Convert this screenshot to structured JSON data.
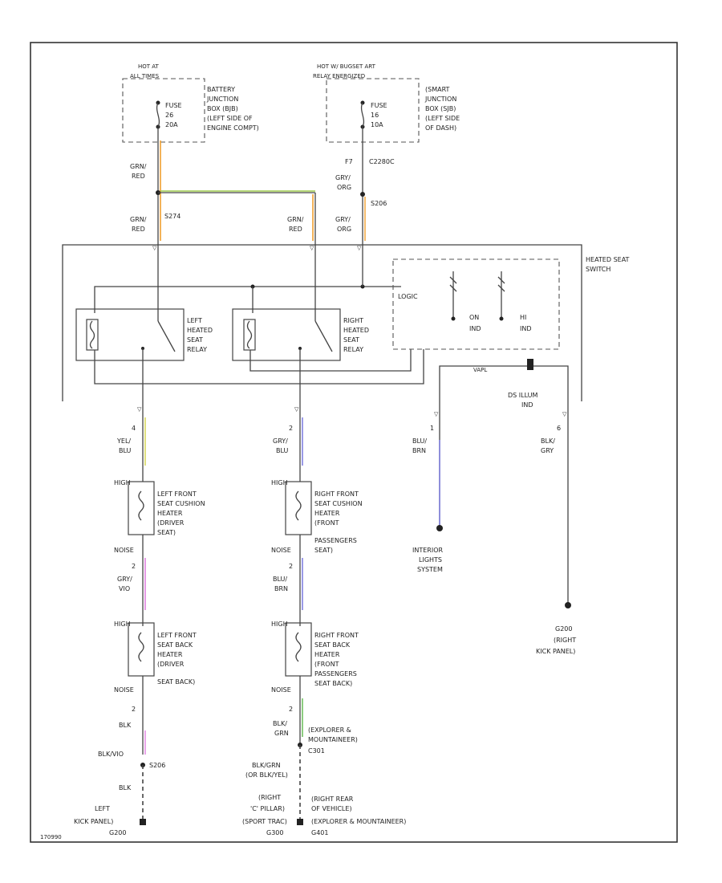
{
  "colors": {
    "orange": "#f0a030",
    "green": "#9cc84a",
    "yellow": "#d8d860",
    "blue": "#8080e0",
    "violet": "#e080e0",
    "lightgreen": "#70c060"
  },
  "fuse_left": {
    "header_1": "HOT AT",
    "header_2": "ALL TIMES",
    "fuse_1": "FUSE",
    "fuse_2": "26",
    "fuse_3": "20A",
    "box_1": "BATTERY",
    "box_2": "JUNCTION",
    "box_3": "BOX (BJB)",
    "box_4": "(LEFT SIDE OF",
    "box_5": "ENGINE COMPT)"
  },
  "fuse_right": {
    "header_1": "HOT W/ BUGSET ART",
    "header_2": "RELAY ENERGIZED",
    "fuse_1": "FUSE",
    "fuse_2": "16",
    "fuse_3": "10A",
    "box_1": "(SMART",
    "box_2": "JUNCTION",
    "box_3": "BOX (SJB)",
    "box_4": "(LEFT SIDE",
    "box_5": "OF DASH)"
  },
  "wires": {
    "grn_red_top_1": "GRN/",
    "grn_red_top_2": "RED",
    "splice_s274": "S274",
    "c2280c": "C2280C",
    "c2280c_pin": "F7",
    "gry_org_top_1": "GRY/",
    "gry_org_top_2": "ORG",
    "splice_s206": "S206",
    "grn_red_l1": "GRN/",
    "grn_red_l2": "RED",
    "grn_red_m1": "GRN/",
    "grn_red_m2": "RED",
    "gry_org_r1": "GRY/",
    "gry_org_r2": "ORG"
  },
  "switch": {
    "name_1": "HEATED SEAT",
    "name_2": "SWITCH",
    "logic": "LOGIC",
    "on_ind_1": "ON",
    "on_ind_2": "IND",
    "hi_ind_1": "HI",
    "hi_ind_2": "IND",
    "illum_1": "DS ILLUM",
    "illum_2": "IND",
    "vapl": "VAPL"
  },
  "relays": {
    "left_1": "LEFT",
    "left_2": "HEATED",
    "left_3": "SEAT",
    "left_4": "RELAY",
    "right_1": "RIGHT",
    "right_2": "HEATED",
    "right_3": "SEAT",
    "right_4": "RELAY"
  },
  "left_chain": {
    "pin_top": "4",
    "wire1_1": "YEL/",
    "wire1_2": "BLU",
    "high_1": "HIGH",
    "cushion_1": "LEFT FRONT",
    "cushion_2": "SEAT CUSHION",
    "cushion_3": "HEATER",
    "cushion_4": "(DRIVER",
    "cushion_5": "SEAT)",
    "noise_1": "NOISE",
    "pin_mid": "2",
    "wire2_1": "GRY/",
    "wire2_2": "VIO",
    "high_2": "HIGH",
    "back_1": "LEFT FRONT",
    "back_2": "SEAT BACK",
    "back_3": "HEATER",
    "back_4": "(DRIVER",
    "back_5": "SEAT BACK)",
    "noise_2": "NOISE",
    "pin_bot": "2",
    "wire3": "BLK",
    "wire4": "BLK/VIO",
    "splice": "S206",
    "wire5": "BLK",
    "ground_1": "LEFT",
    "ground_2": "KICK PANEL)",
    "ground_3": "G200"
  },
  "mid_chain": {
    "pin_top": "2",
    "wire1_1": "GRY/",
    "wire1_2": "BLU",
    "high_1": "HIGH",
    "cushion_1": "RIGHT FRONT",
    "cushion_2": "SEAT CUSHION",
    "cushion_3": "HEATER",
    "cushion_4": "(FRONT",
    "cushion_5": "PASSENGERS",
    "cushion_6": "SEAT)",
    "noise_1": "NOISE",
    "pin_mid": "2",
    "wire2_1": "BLU/",
    "wire2_2": "BRN",
    "high_2": "HIGH",
    "back_1": "RIGHT FRONT",
    "back_2": "SEAT BACK",
    "back_3": "HEATER",
    "back_4": "(FRONT",
    "back_5": "PASSENGERS",
    "back_6": "SEAT BACK)",
    "noise_2": "NOISE",
    "pin_bot": "2",
    "wire3_1": "BLK/",
    "wire3_2": "GRN",
    "note_1": "(EXPLORER &",
    "note_2": "MOUNTAINEER)",
    "splice": "C301",
    "wire4_1": "BLK/GRN",
    "wire4_2": "(OR BLK/YEL)",
    "gnd_left_1": "(RIGHT",
    "gnd_left_2": "'C' PILLAR)",
    "gnd_left_3": "(SPORT TRAC)",
    "gnd_left_4": "G300",
    "gnd_right_1": "(RIGHT REAR",
    "gnd_right_2": "OF VEHICLE)",
    "gnd_right_3": "(EXPLORER & MOUNTAINEER)",
    "gnd_right_4": "G401"
  },
  "right_chain": {
    "pin_a": "1",
    "wire_a1": "BLU/",
    "wire_a2": "BRN",
    "dest_1": "INTERIOR",
    "dest_2": "LIGHTS",
    "dest_3": "SYSTEM",
    "pin_b": "6",
    "wire_b1": "BLK/",
    "wire_b2": "GRY",
    "ground_1": "G200",
    "ground_2": "(RIGHT",
    "ground_3": "KICK PANEL)"
  },
  "footer": "170990"
}
